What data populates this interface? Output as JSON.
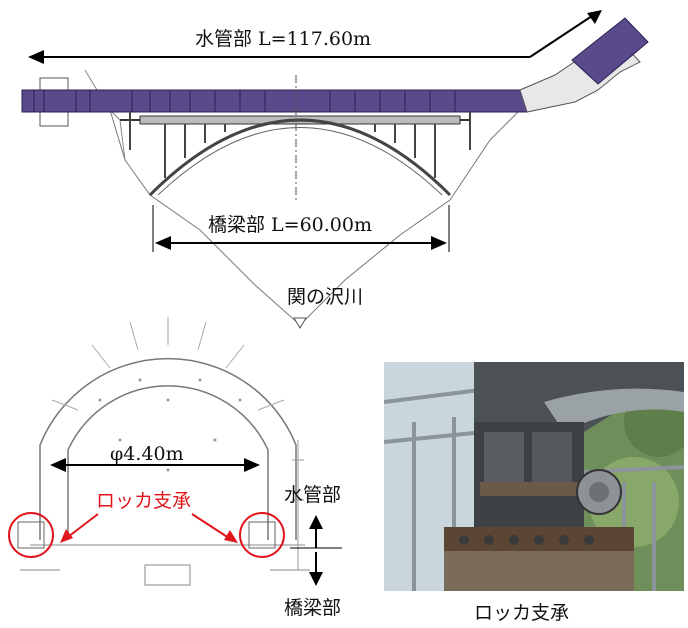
{
  "elevation": {
    "pipe_section_label": "水管部  L=117.60m",
    "bridge_section_label": "橋梁部  L=60.00m",
    "river_label": "関の沢川"
  },
  "cross_section": {
    "diameter_label": "φ4.40m",
    "rocker_label": "ロッカ支承",
    "upper_label": "水管部",
    "lower_label": "橋梁部"
  },
  "photo": {
    "caption": "ロッカ支承"
  },
  "colors": {
    "pipe": "#5a4a8c",
    "accent_red": "#e0161c",
    "line": "#333333"
  }
}
